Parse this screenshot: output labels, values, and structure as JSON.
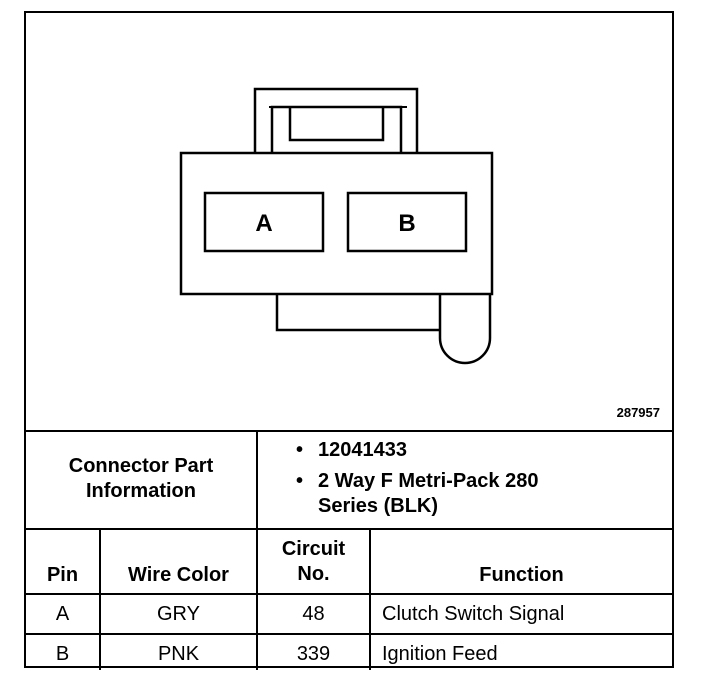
{
  "diagram": {
    "pin_labels": [
      "A",
      "B"
    ],
    "reference_number": "287957"
  },
  "connector_info": {
    "label": "Connector Part Information",
    "bullets": [
      "12041433",
      "2 Way F Metri-Pack 280 Series (BLK)"
    ],
    "bullet_glyph": "•"
  },
  "table": {
    "headers": [
      "Pin",
      "Wire Color",
      "Circuit No.",
      "Function"
    ],
    "rows": [
      [
        "A",
        "GRY",
        "48",
        "Clutch Switch Signal"
      ],
      [
        "B",
        "PNK",
        "339",
        "Ignition Feed"
      ]
    ]
  }
}
